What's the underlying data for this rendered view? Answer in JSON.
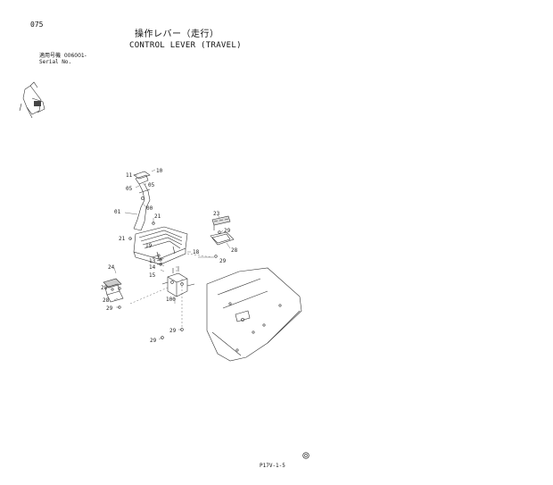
{
  "page": {
    "number": "075",
    "title_jp": "操作レバー（走行）",
    "title_en": "CONTROL LEVER (TRAVEL)",
    "serial_label_jp": "適用号機",
    "serial_value": "006001-",
    "serial_label_en": "Serial No.",
    "footer_code": "P17V-1-5"
  },
  "callouts": [
    {
      "id": "c10",
      "text": "10"
    },
    {
      "id": "c11",
      "text": "11"
    },
    {
      "id": "c05a",
      "text": "05"
    },
    {
      "id": "c05b",
      "text": "05"
    },
    {
      "id": "c00",
      "text": "00"
    },
    {
      "id": "c01",
      "text": "01"
    },
    {
      "id": "c21a",
      "text": "21"
    },
    {
      "id": "c21b",
      "text": "21"
    },
    {
      "id": "c23",
      "text": "23"
    },
    {
      "id": "c29a",
      "text": "29"
    },
    {
      "id": "c19",
      "text": "19"
    },
    {
      "id": "c28a",
      "text": "28"
    },
    {
      "id": "c18",
      "text": "18"
    },
    {
      "id": "c13",
      "text": "13"
    },
    {
      "id": "c14",
      "text": "14"
    },
    {
      "id": "c15",
      "text": "15"
    },
    {
      "id": "c29b",
      "text": "29"
    },
    {
      "id": "c24",
      "text": "24"
    },
    {
      "id": "c28b",
      "text": "28"
    },
    {
      "id": "c28c",
      "text": "28"
    },
    {
      "id": "c29c",
      "text": "29"
    },
    {
      "id": "c100",
      "text": "100"
    },
    {
      "id": "c29d",
      "text": "29"
    },
    {
      "id": "c29e",
      "text": "29"
    }
  ]
}
